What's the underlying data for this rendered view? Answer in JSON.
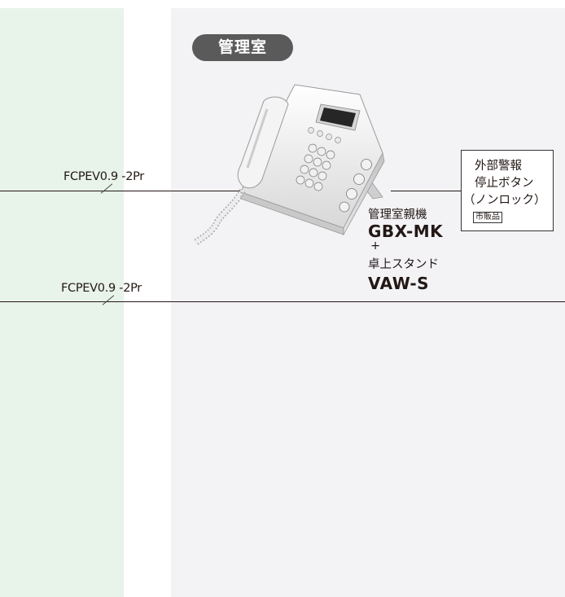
{
  "room": {
    "label": "管理室"
  },
  "cables": [
    {
      "label": "FCPEV0.9 -2Pr"
    },
    {
      "label": "FCPEV0.9 -2Pr"
    }
  ],
  "device": {
    "name1": "管理室親機",
    "model1": "GBX-MK",
    "plus": "+",
    "name2": "卓上スタンド",
    "model2": "VAW-S"
  },
  "external_button": {
    "line1": "外部警報",
    "line2": "停止ボタン",
    "line3": "（ノンロック）",
    "tag": "市販品"
  }
}
